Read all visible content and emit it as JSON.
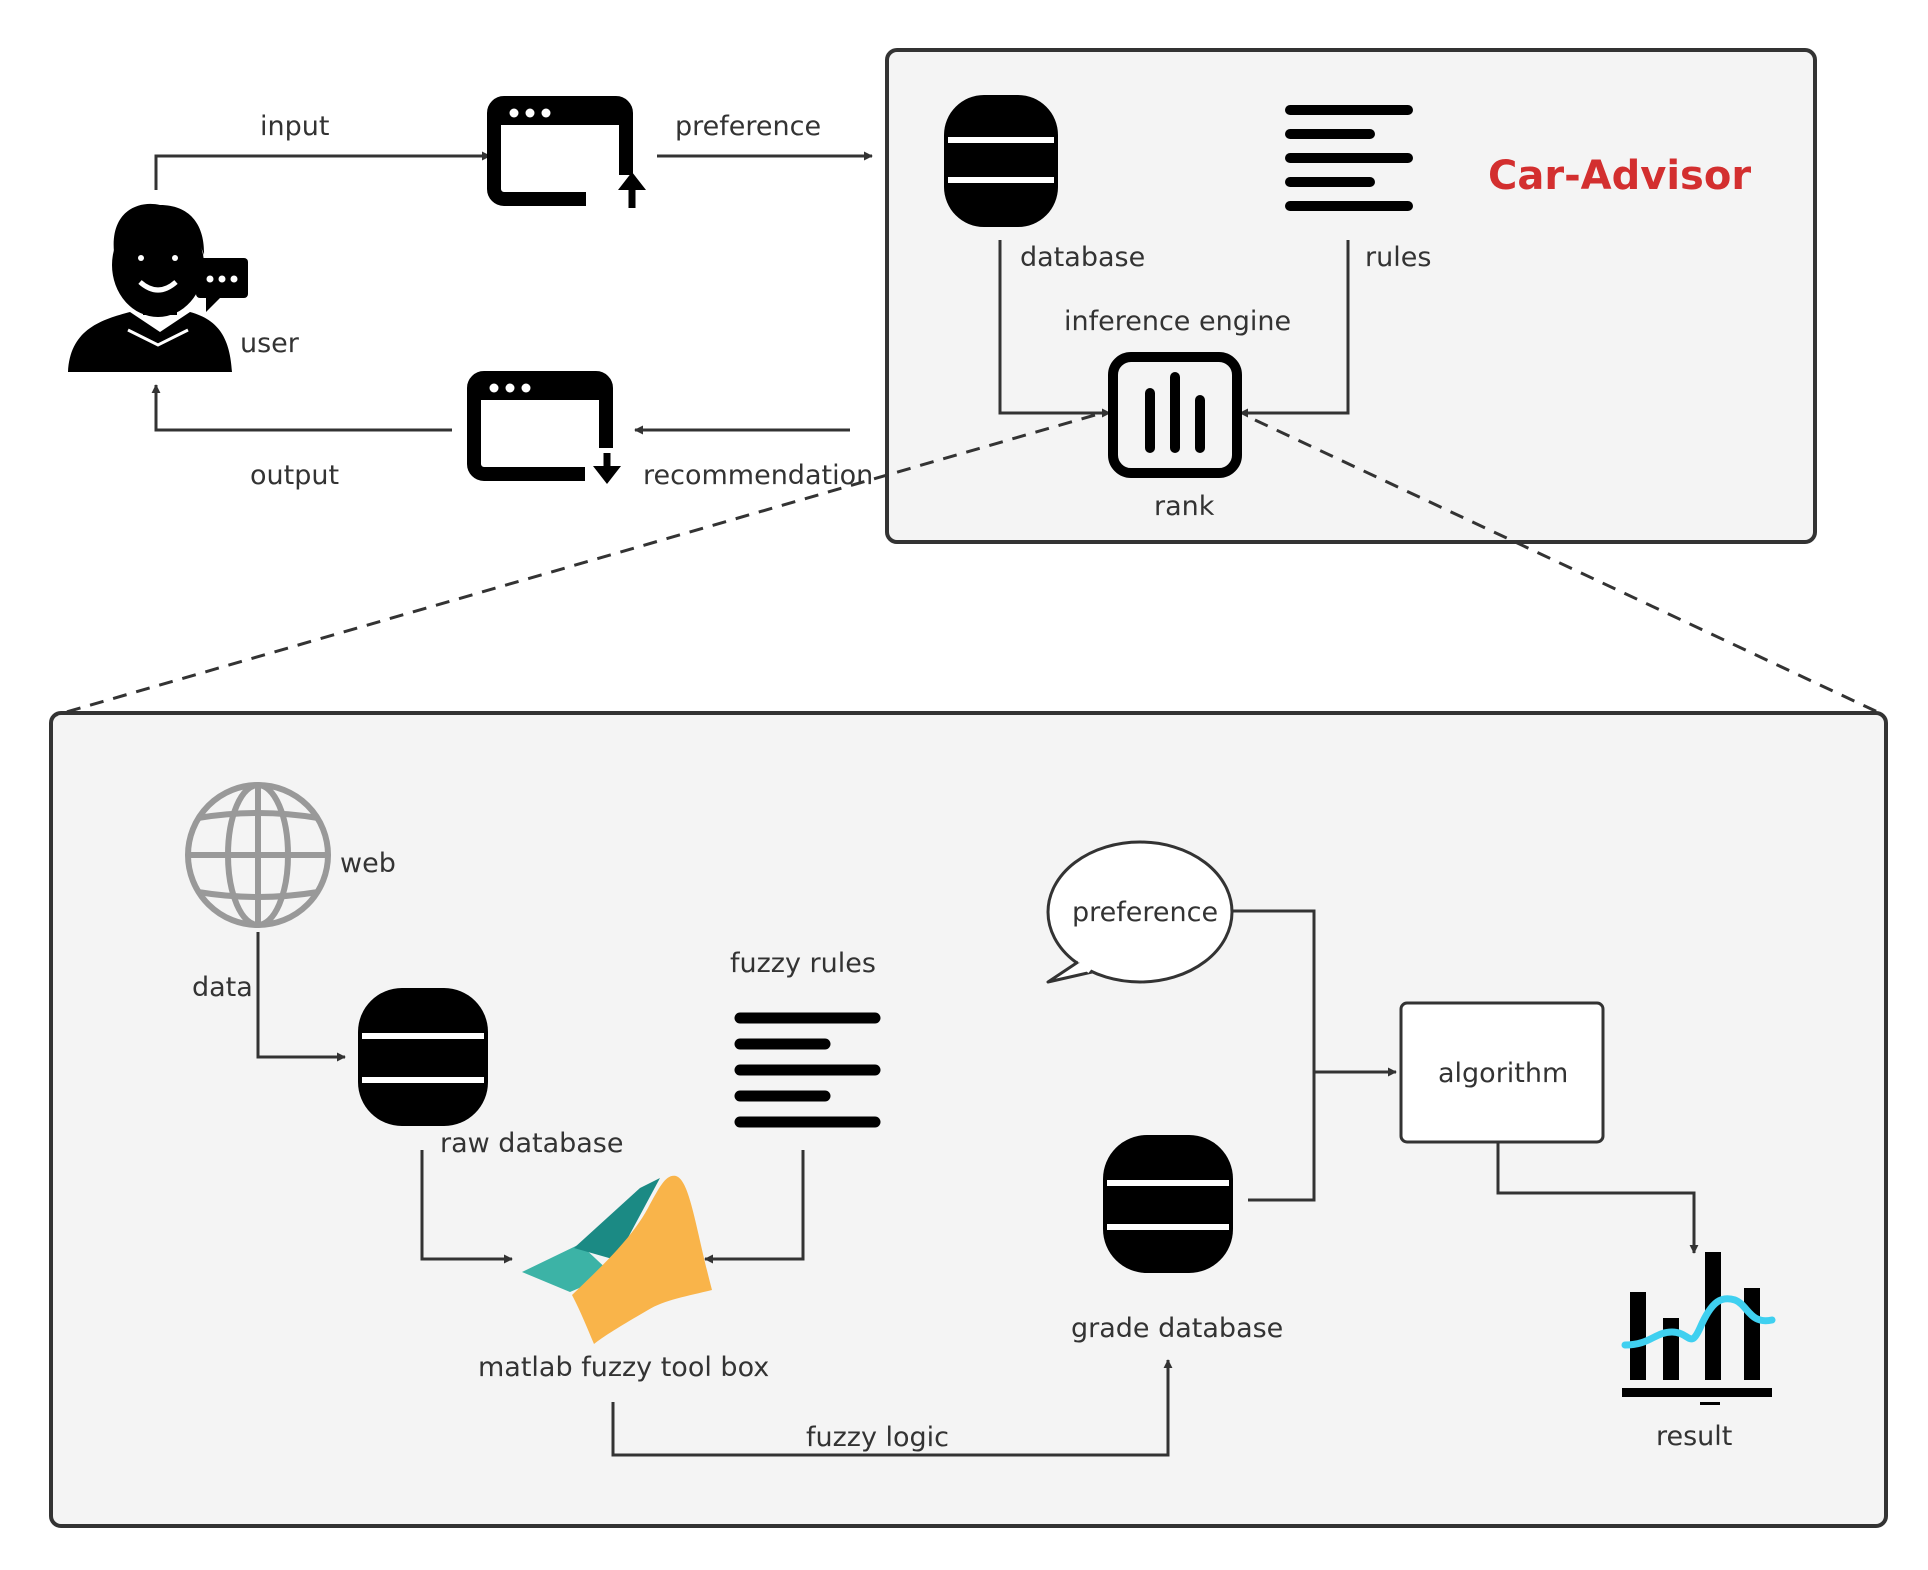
{
  "labels": {
    "title": "Car-Advisor",
    "input": "input",
    "preference_top": "preference",
    "user": "user",
    "output": "output",
    "recommendation": "recommendation",
    "database": "database",
    "rules": "rules",
    "inference_engine": "inference engine",
    "rank": "rank",
    "web": "web",
    "data": "data",
    "raw_database": "raw database",
    "fuzzy_rules": "fuzzy rules",
    "matlab": "matlab fuzzy tool box",
    "fuzzy_logic": "fuzzy logic",
    "preference_bubble": "preference",
    "algorithm": "algorithm",
    "grade_database": "grade database",
    "result": "result"
  },
  "colors": {
    "title": "#d32f2f",
    "panel_fill": "#f4f4f4",
    "panel_stroke": "#333333",
    "icon": "#000000",
    "matlab_orange": "#f9b44a",
    "matlab_teal": "#1b8a84",
    "matlab_light_teal": "#3cb3a6",
    "result_line": "#3fd0f0"
  },
  "icons": [
    "user-icon",
    "chat-icon",
    "browser-upload-icon",
    "browser-download-icon",
    "database-icon",
    "rules-icon",
    "rank-icon",
    "globe-icon",
    "matlab-logo-icon",
    "result-chart-icon",
    "speech-bubble-icon"
  ]
}
